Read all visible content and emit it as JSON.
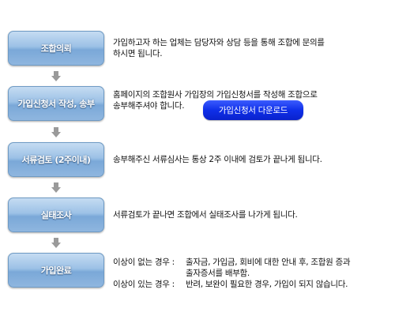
{
  "steps": [
    {
      "label": "조합의뢰"
    },
    {
      "label": "가입신청서 작성, 송부"
    },
    {
      "label": "서류검토 (2주이내)"
    },
    {
      "label": "실태조사"
    },
    {
      "label": "가입완료"
    }
  ],
  "descriptions": {
    "step1": {
      "line1": "가입하고자 하는 업체는 담당자와 상담 등을 통해 조합에 문의를",
      "line2": "하시면 됩니다."
    },
    "step2": {
      "line1": "홈페이지의 조합원사 가입장의 가입신청서를 작성해 조합으로",
      "line2": "송부해주셔야 합니다.",
      "download_label": "가입신청서 다운로드"
    },
    "step3": {
      "line1": "송부해주신 서류심사는 통상 2주 이내에 검토가 끝나게 됩니다."
    },
    "step4": {
      "line1": "서류검토가 끝나면 조합에서 실태조사를 나가게 됩니다."
    },
    "step5": {
      "no_issue_label": "이상이 없는 경우 :",
      "no_issue_text1": "출자금, 가입금, 회비에 대한 안내 후, 조합원 증과",
      "no_issue_text2": "출자증서를 배부함.",
      "issue_label": "이상이 있는 경우 :",
      "issue_text": "반려, 보완이 필요한 경우, 가입이 되지 않습니다."
    }
  },
  "colors": {
    "step_box_top": "#c5dcf2",
    "step_box_bottom": "#7aa8d8",
    "arrow": "#9a9a9a",
    "download_button": "#0f2fe8"
  },
  "icons": {
    "arrow": "down-arrow-icon"
  }
}
